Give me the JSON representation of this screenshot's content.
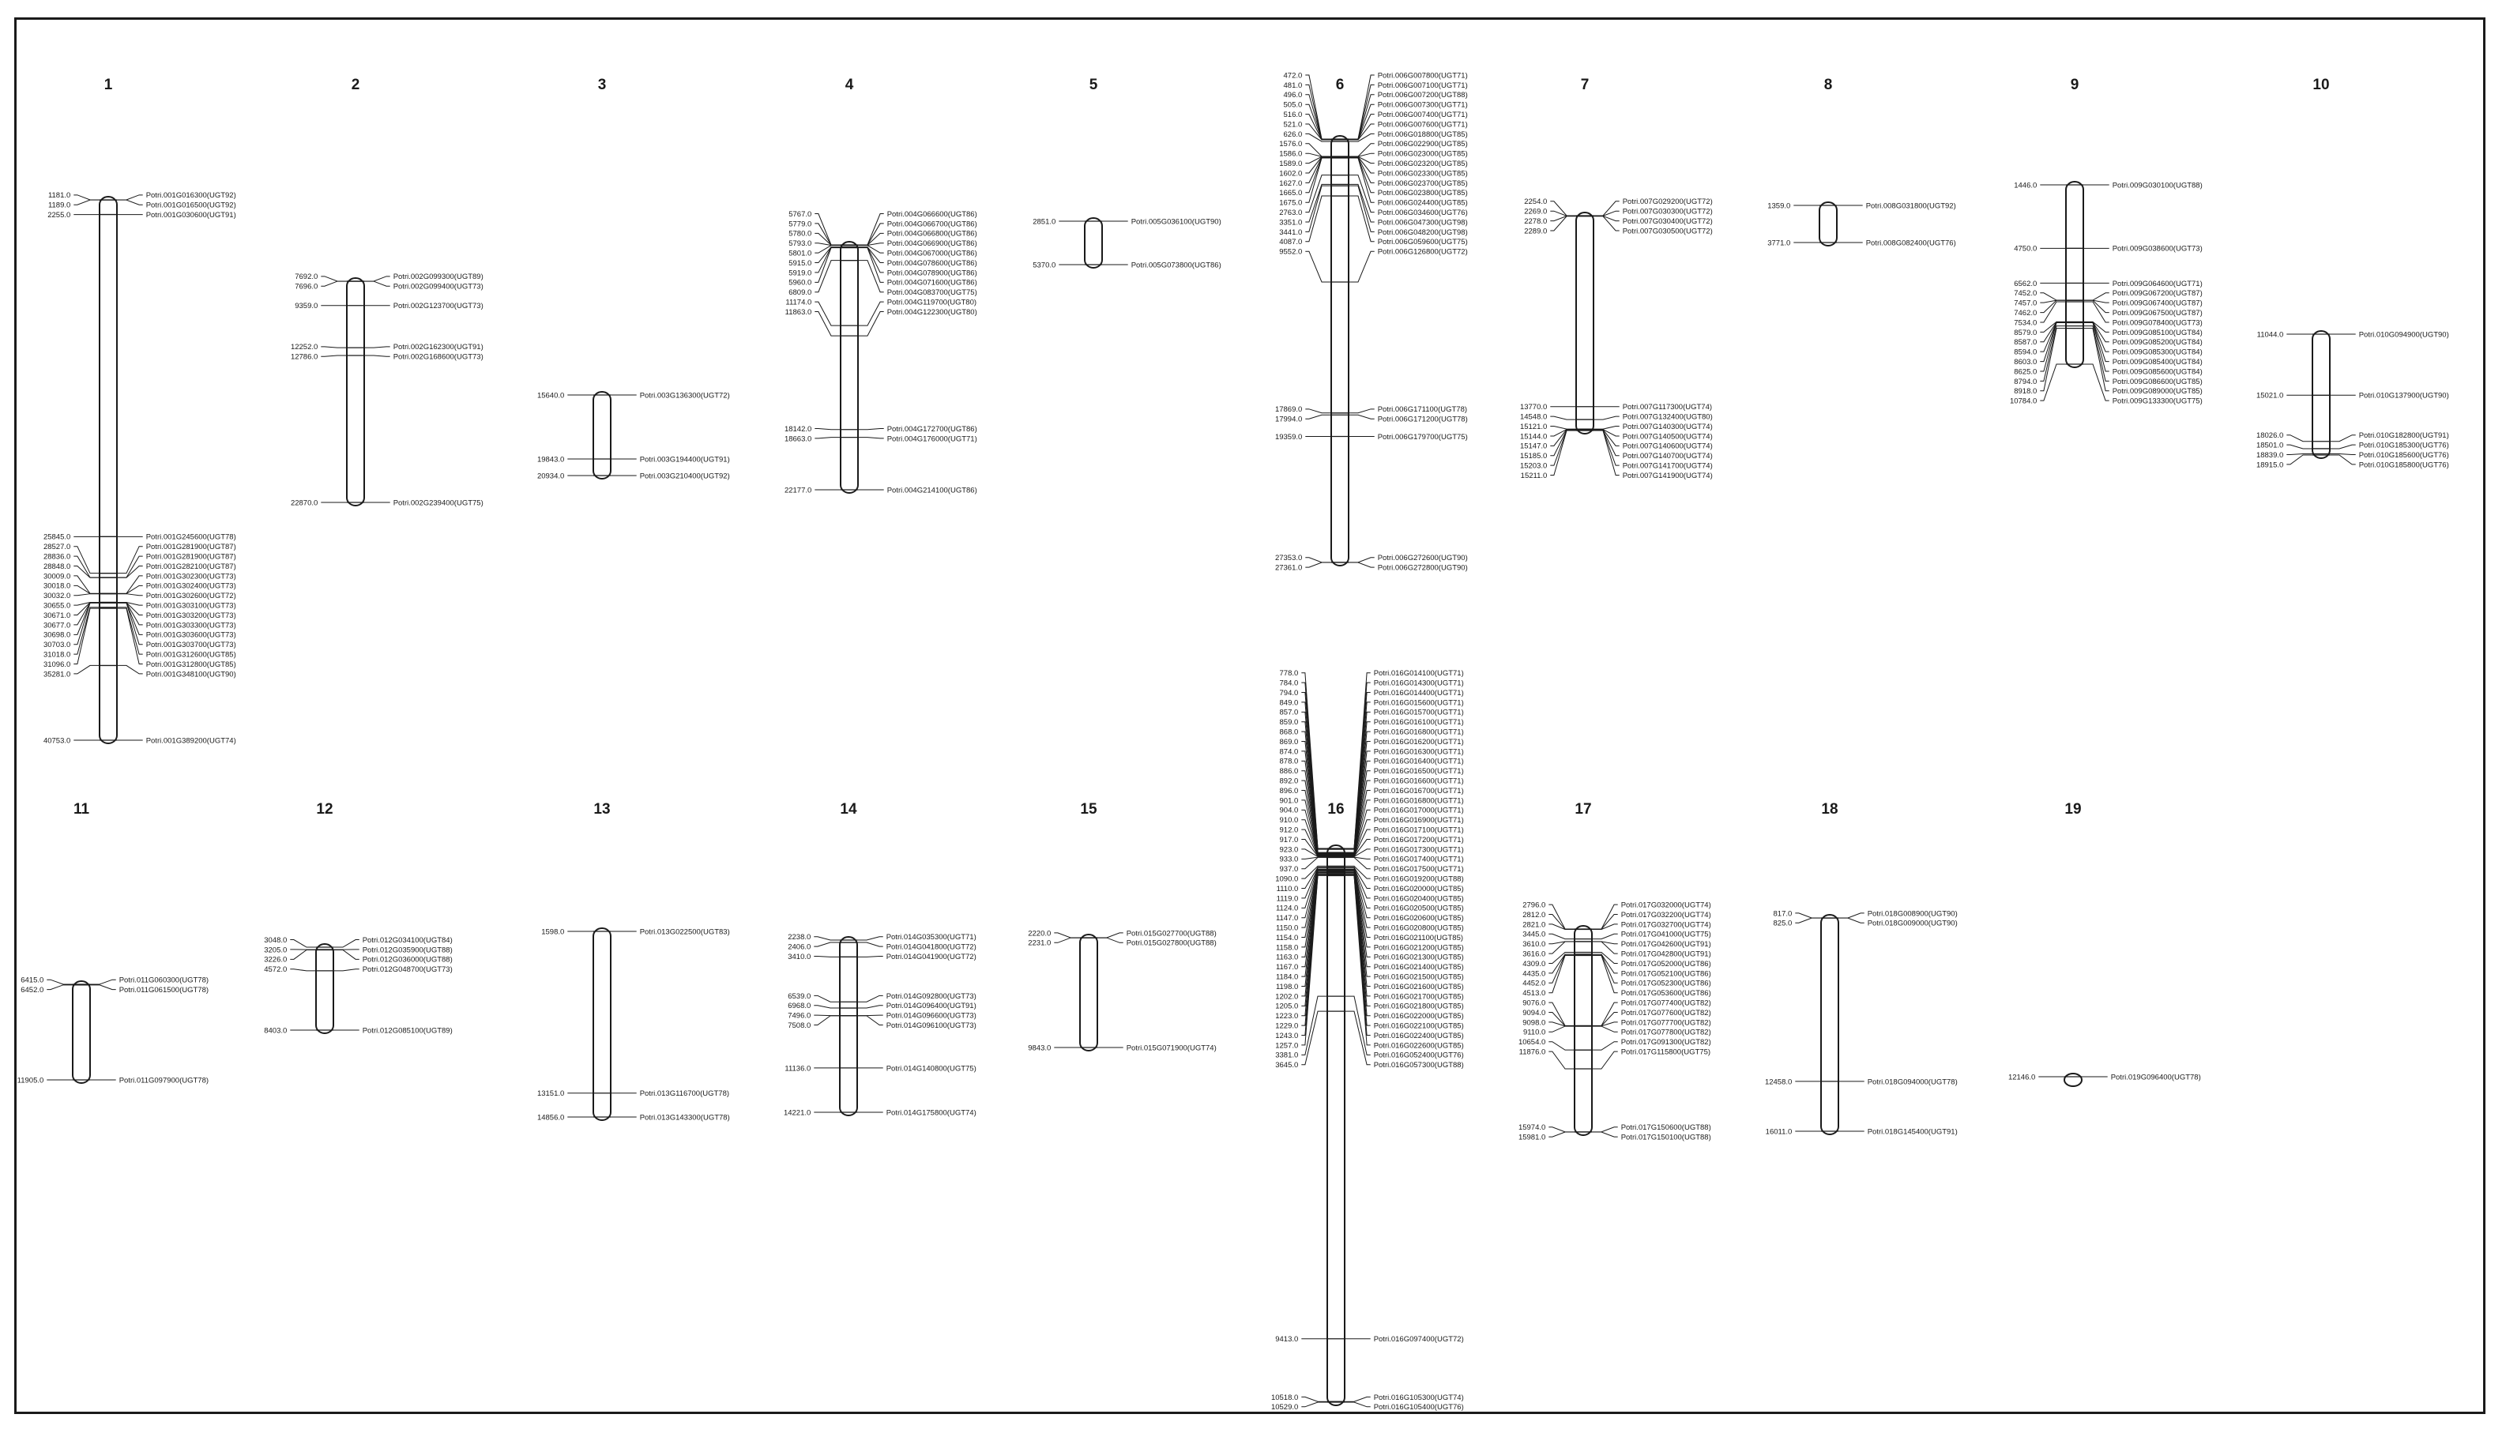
{
  "chromosomes": [
    {
      "id": "1",
      "markers": [
        {
          "pos": "1181.0",
          "gene": "Potri.001G016300(UGT92)"
        },
        {
          "pos": "1189.0",
          "gene": "Potri.001G016500(UGT92)"
        },
        {
          "pos": "2255.0",
          "gene": "Potri.001G030600(UGT91)"
        },
        {
          "pos": "25845.0",
          "gene": "Potri.001G245600(UGT78)"
        },
        {
          "pos": "28527.0",
          "gene": "Potri.001G281900(UGT87)"
        },
        {
          "pos": "28836.0",
          "gene": "Potri.001G281900(UGT87)"
        },
        {
          "pos": "28848.0",
          "gene": "Potri.001G282100(UGT87)"
        },
        {
          "pos": "30009.0",
          "gene": "Potri.001G302300(UGT73)"
        },
        {
          "pos": "30018.0",
          "gene": "Potri.001G302400(UGT73)"
        },
        {
          "pos": "30032.0",
          "gene": "Potri.001G302600(UGT72)"
        },
        {
          "pos": "30655.0",
          "gene": "Potri.001G303100(UGT73)"
        },
        {
          "pos": "30671.0",
          "gene": "Potri.001G303200(UGT73)"
        },
        {
          "pos": "30677.0",
          "gene": "Potri.001G303300(UGT73)"
        },
        {
          "pos": "30698.0",
          "gene": "Potri.001G303600(UGT73)"
        },
        {
          "pos": "30703.0",
          "gene": "Potri.001G303700(UGT73)"
        },
        {
          "pos": "31018.0",
          "gene": "Potri.001G312600(UGT85)"
        },
        {
          "pos": "31096.0",
          "gene": "Potri.001G312800(UGT85)"
        },
        {
          "pos": "35281.0",
          "gene": "Potri.001G348100(UGT90)"
        },
        {
          "pos": "40753.0",
          "gene": "Potri.001G389200(UGT74)"
        }
      ]
    },
    {
      "id": "2",
      "markers": [
        {
          "pos": "7692.0",
          "gene": "Potri.002G099300(UGT89)"
        },
        {
          "pos": "7696.0",
          "gene": "Potri.002G099400(UGT73)"
        },
        {
          "pos": "9359.0",
          "gene": "Potri.002G123700(UGT73)"
        },
        {
          "pos": "12252.0",
          "gene": "Potri.002G162300(UGT91)"
        },
        {
          "pos": "12786.0",
          "gene": "Potri.002G168600(UGT73)"
        },
        {
          "pos": "22870.0",
          "gene": "Potri.002G239400(UGT75)"
        }
      ]
    },
    {
      "id": "3",
      "markers": [
        {
          "pos": "15640.0",
          "gene": "Potri.003G136300(UGT72)"
        },
        {
          "pos": "19843.0",
          "gene": "Potri.003G194400(UGT91)"
        },
        {
          "pos": "20934.0",
          "gene": "Potri.003G210400(UGT92)"
        }
      ]
    },
    {
      "id": "4",
      "markers": [
        {
          "pos": "5767.0",
          "gene": "Potri.004G066600(UGT86)"
        },
        {
          "pos": "5779.0",
          "gene": "Potri.004G066700(UGT86)"
        },
        {
          "pos": "5780.0",
          "gene": "Potri.004G066800(UGT86)"
        },
        {
          "pos": "5793.0",
          "gene": "Potri.004G066900(UGT86)"
        },
        {
          "pos": "5801.0",
          "gene": "Potri.004G067000(UGT86)"
        },
        {
          "pos": "5915.0",
          "gene": "Potri.004G078600(UGT86)"
        },
        {
          "pos": "5919.0",
          "gene": "Potri.004G078900(UGT86)"
        },
        {
          "pos": "5960.0",
          "gene": "Potri.004G071600(UGT86)"
        },
        {
          "pos": "6809.0",
          "gene": "Potri.004G083700(UGT75)"
        },
        {
          "pos": "11174.0",
          "gene": "Potri.004G119700(UGT80)"
        },
        {
          "pos": "11863.0",
          "gene": "Potri.004G122300(UGT80)"
        },
        {
          "pos": "18142.0",
          "gene": "Potri.004G172700(UGT86)"
        },
        {
          "pos": "18663.0",
          "gene": "Potri.004G176000(UGT71)"
        },
        {
          "pos": "22177.0",
          "gene": "Potri.004G214100(UGT86)"
        }
      ]
    },
    {
      "id": "5",
      "markers": [
        {
          "pos": "2851.0",
          "gene": "Potri.005G036100(UGT90)"
        },
        {
          "pos": "5370.0",
          "gene": "Potri.005G073800(UGT86)"
        }
      ]
    },
    {
      "id": "6",
      "markers": [
        {
          "pos": "472.0",
          "gene": "Potri.006G007800(UGT71)"
        },
        {
          "pos": "481.0",
          "gene": "Potri.006G007100(UGT71)"
        },
        {
          "pos": "496.0",
          "gene": "Potri.006G007200(UGT88)"
        },
        {
          "pos": "505.0",
          "gene": "Potri.006G007300(UGT71)"
        },
        {
          "pos": "516.0",
          "gene": "Potri.006G007400(UGT71)"
        },
        {
          "pos": "521.0",
          "gene": "Potri.006G007600(UGT71)"
        },
        {
          "pos": "626.0",
          "gene": "Potri.006G018800(UGT85)"
        },
        {
          "pos": "1576.0",
          "gene": "Potri.006G022900(UGT85)"
        },
        {
          "pos": "1586.0",
          "gene": "Potri.006G023000(UGT85)"
        },
        {
          "pos": "1589.0",
          "gene": "Potri.006G023200(UGT85)"
        },
        {
          "pos": "1602.0",
          "gene": "Potri.006G023300(UGT85)"
        },
        {
          "pos": "1627.0",
          "gene": "Potri.006G023700(UGT85)"
        },
        {
          "pos": "1665.0",
          "gene": "Potri.006G023800(UGT85)"
        },
        {
          "pos": "1675.0",
          "gene": "Potri.006G024400(UGT85)"
        },
        {
          "pos": "2763.0",
          "gene": "Potri.006G034600(UGT76)"
        },
        {
          "pos": "3351.0",
          "gene": "Potri.006G047300(UGT98)"
        },
        {
          "pos": "3441.0",
          "gene": "Potri.006G048200(UGT98)"
        },
        {
          "pos": "4087.0",
          "gene": "Potri.006G059600(UGT75)"
        },
        {
          "pos": "9552.0",
          "gene": "Potri.006G126800(UGT72)"
        },
        {
          "pos": "17869.0",
          "gene": "Potri.006G171100(UGT78)"
        },
        {
          "pos": "17994.0",
          "gene": "Potri.006G171200(UGT78)"
        },
        {
          "pos": "19359.0",
          "gene": "Potri.006G179700(UGT75)"
        },
        {
          "pos": "27353.0",
          "gene": "Potri.006G272600(UGT90)"
        },
        {
          "pos": "27361.0",
          "gene": "Potri.006G272800(UGT90)"
        }
      ]
    },
    {
      "id": "7",
      "markers": [
        {
          "pos": "2254.0",
          "gene": "Potri.007G029200(UGT72)"
        },
        {
          "pos": "2269.0",
          "gene": "Potri.007G030300(UGT72)"
        },
        {
          "pos": "2278.0",
          "gene": "Potri.007G030400(UGT72)"
        },
        {
          "pos": "2289.0",
          "gene": "Potri.007G030500(UGT72)"
        },
        {
          "pos": "13770.0",
          "gene": "Potri.007G117300(UGT74)"
        },
        {
          "pos": "14548.0",
          "gene": "Potri.007G132400(UGT80)"
        },
        {
          "pos": "15121.0",
          "gene": "Potri.007G140300(UGT74)"
        },
        {
          "pos": "15144.0",
          "gene": "Potri.007G140500(UGT74)"
        },
        {
          "pos": "15147.0",
          "gene": "Potri.007G140600(UGT74)"
        },
        {
          "pos": "15185.0",
          "gene": "Potri.007G140700(UGT74)"
        },
        {
          "pos": "15203.0",
          "gene": "Potri.007G141700(UGT74)"
        },
        {
          "pos": "15211.0",
          "gene": "Potri.007G141900(UGT74)"
        }
      ]
    },
    {
      "id": "8",
      "markers": [
        {
          "pos": "1359.0",
          "gene": "Potri.008G031800(UGT92)"
        },
        {
          "pos": "3771.0",
          "gene": "Potri.008G082400(UGT76)"
        }
      ]
    },
    {
      "id": "9",
      "markers": [
        {
          "pos": "1446.0",
          "gene": "Potri.009G030100(UGT88)"
        },
        {
          "pos": "4750.0",
          "gene": "Potri.009G038600(UGT73)"
        },
        {
          "pos": "6562.0",
          "gene": "Potri.009G064600(UGT71)"
        },
        {
          "pos": "7452.0",
          "gene": "Potri.009G067200(UGT87)"
        },
        {
          "pos": "7457.0",
          "gene": "Potri.009G067400(UGT87)"
        },
        {
          "pos": "7462.0",
          "gene": "Potri.009G067500(UGT87)"
        },
        {
          "pos": "7534.0",
          "gene": "Potri.009G078400(UGT73)"
        },
        {
          "pos": "8579.0",
          "gene": "Potri.009G085100(UGT84)"
        },
        {
          "pos": "8587.0",
          "gene": "Potri.009G085200(UGT84)"
        },
        {
          "pos": "8594.0",
          "gene": "Potri.009G085300(UGT84)"
        },
        {
          "pos": "8603.0",
          "gene": "Potri.009G085400(UGT84)"
        },
        {
          "pos": "8625.0",
          "gene": "Potri.009G085600(UGT84)"
        },
        {
          "pos": "8794.0",
          "gene": "Potri.009G086600(UGT85)"
        },
        {
          "pos": "8918.0",
          "gene": "Potri.009G089000(UGT85)"
        },
        {
          "pos": "10784.0",
          "gene": "Potri.009G133300(UGT75)"
        }
      ]
    },
    {
      "id": "10",
      "markers": [
        {
          "pos": "11044.0",
          "gene": "Potri.010G094900(UGT90)"
        },
        {
          "pos": "15021.0",
          "gene": "Potri.010G137900(UGT90)"
        },
        {
          "pos": "18026.0",
          "gene": "Potri.010G182800(UGT91)"
        },
        {
          "pos": "18501.0",
          "gene": "Potri.010G185300(UGT76)"
        },
        {
          "pos": "18839.0",
          "gene": "Potri.010G185600(UGT76)"
        },
        {
          "pos": "18915.0",
          "gene": "Potri.010G185800(UGT76)"
        }
      ]
    },
    {
      "id": "11",
      "markers": [
        {
          "pos": "6415.0",
          "gene": "Potri.011G060300(UGT78)"
        },
        {
          "pos": "6452.0",
          "gene": "Potri.011G061500(UGT78)"
        },
        {
          "pos": "11905.0",
          "gene": "Potri.011G097900(UGT78)"
        }
      ]
    },
    {
      "id": "12",
      "markers": [
        {
          "pos": "3048.0",
          "gene": "Potri.012G034100(UGT84)"
        },
        {
          "pos": "3205.0",
          "gene": "Potri.012G035900(UGT88)"
        },
        {
          "pos": "3226.0",
          "gene": "Potri.012G036000(UGT88)"
        },
        {
          "pos": "4572.0",
          "gene": "Potri.012G048700(UGT73)"
        },
        {
          "pos": "8403.0",
          "gene": "Potri.012G085100(UGT89)"
        }
      ]
    },
    {
      "id": "13",
      "markers": [
        {
          "pos": "1598.0",
          "gene": "Potri.013G022500(UGT83)"
        },
        {
          "pos": "13151.0",
          "gene": "Potri.013G116700(UGT78)"
        },
        {
          "pos": "14856.0",
          "gene": "Potri.013G143300(UGT78)"
        }
      ]
    },
    {
      "id": "14",
      "markers": [
        {
          "pos": "2238.0",
          "gene": "Potri.014G035300(UGT71)"
        },
        {
          "pos": "2406.0",
          "gene": "Potri.014G041800(UGT72)"
        },
        {
          "pos": "3410.0",
          "gene": "Potri.014G041900(UGT72)"
        },
        {
          "pos": "6539.0",
          "gene": "Potri.014G092800(UGT73)"
        },
        {
          "pos": "6968.0",
          "gene": "Potri.014G096400(UGT91)"
        },
        {
          "pos": "7496.0",
          "gene": "Potri.014G096600(UGT73)"
        },
        {
          "pos": "7508.0",
          "gene": "Potri.014G096100(UGT73)"
        },
        {
          "pos": "11136.0",
          "gene": "Potri.014G140800(UGT75)"
        },
        {
          "pos": "14221.0",
          "gene": "Potri.014G175800(UGT74)"
        }
      ]
    },
    {
      "id": "15",
      "markers": [
        {
          "pos": "2220.0",
          "gene": "Potri.015G027700(UGT88)"
        },
        {
          "pos": "2231.0",
          "gene": "Potri.015G027800(UGT88)"
        },
        {
          "pos": "9843.0",
          "gene": "Potri.015G071900(UGT74)"
        }
      ]
    },
    {
      "id": "16",
      "markers": [
        {
          "pos": "778.0",
          "gene": "Potri.016G014100(UGT71)"
        },
        {
          "pos": "784.0",
          "gene": "Potri.016G014300(UGT71)"
        },
        {
          "pos": "794.0",
          "gene": "Potri.016G014400(UGT71)"
        },
        {
          "pos": "849.0",
          "gene": "Potri.016G015600(UGT71)"
        },
        {
          "pos": "857.0",
          "gene": "Potri.016G015700(UGT71)"
        },
        {
          "pos": "859.0",
          "gene": "Potri.016G016100(UGT71)"
        },
        {
          "pos": "868.0",
          "gene": "Potri.016G016800(UGT71)"
        },
        {
          "pos": "869.0",
          "gene": "Potri.016G016200(UGT71)"
        },
        {
          "pos": "874.0",
          "gene": "Potri.016G016300(UGT71)"
        },
        {
          "pos": "878.0",
          "gene": "Potri.016G016400(UGT71)"
        },
        {
          "pos": "886.0",
          "gene": "Potri.016G016500(UGT71)"
        },
        {
          "pos": "892.0",
          "gene": "Potri.016G016600(UGT71)"
        },
        {
          "pos": "896.0",
          "gene": "Potri.016G016700(UGT71)"
        },
        {
          "pos": "901.0",
          "gene": "Potri.016G016800(UGT71)"
        },
        {
          "pos": "904.0",
          "gene": "Potri.016G017000(UGT71)"
        },
        {
          "pos": "910.0",
          "gene": "Potri.016G016900(UGT71)"
        },
        {
          "pos": "912.0",
          "gene": "Potri.016G017100(UGT71)"
        },
        {
          "pos": "917.0",
          "gene": "Potri.016G017200(UGT71)"
        },
        {
          "pos": "923.0",
          "gene": "Potri.016G017300(UGT71)"
        },
        {
          "pos": "933.0",
          "gene": "Potri.016G017400(UGT71)"
        },
        {
          "pos": "937.0",
          "gene": "Potri.016G017500(UGT71)"
        },
        {
          "pos": "1090.0",
          "gene": "Potri.016G019200(UGT88)"
        },
        {
          "pos": "1110.0",
          "gene": "Potri.016G020000(UGT85)"
        },
        {
          "pos": "1119.0",
          "gene": "Potri.016G020400(UGT85)"
        },
        {
          "pos": "1124.0",
          "gene": "Potri.016G020500(UGT85)"
        },
        {
          "pos": "1147.0",
          "gene": "Potri.016G020600(UGT85)"
        },
        {
          "pos": "1150.0",
          "gene": "Potri.016G020800(UGT85)"
        },
        {
          "pos": "1154.0",
          "gene": "Potri.016G021100(UGT85)"
        },
        {
          "pos": "1158.0",
          "gene": "Potri.016G021200(UGT85)"
        },
        {
          "pos": "1163.0",
          "gene": "Potri.016G021300(UGT85)"
        },
        {
          "pos": "1167.0",
          "gene": "Potri.016G021400(UGT85)"
        },
        {
          "pos": "1184.0",
          "gene": "Potri.016G021500(UGT85)"
        },
        {
          "pos": "1198.0",
          "gene": "Potri.016G021600(UGT85)"
        },
        {
          "pos": "1202.0",
          "gene": "Potri.016G021700(UGT85)"
        },
        {
          "pos": "1205.0",
          "gene": "Potri.016G021800(UGT85)"
        },
        {
          "pos": "1223.0",
          "gene": "Potri.016G022000(UGT85)"
        },
        {
          "pos": "1229.0",
          "gene": "Potri.016G022100(UGT85)"
        },
        {
          "pos": "1243.0",
          "gene": "Potri.016G022400(UGT85)"
        },
        {
          "pos": "1257.0",
          "gene": "Potri.016G022600(UGT85)"
        },
        {
          "pos": "3381.0",
          "gene": "Potri.016G052400(UGT76)"
        },
        {
          "pos": "3645.0",
          "gene": "Potri.016G057300(UGT88)"
        },
        {
          "pos": "9413.0",
          "gene": "Potri.016G097400(UGT72)"
        },
        {
          "pos": "10518.0",
          "gene": "Potri.016G105300(UGT74)"
        },
        {
          "pos": "10529.0",
          "gene": "Potri.016G105400(UGT76)"
        }
      ]
    },
    {
      "id": "17",
      "markers": [
        {
          "pos": "2796.0",
          "gene": "Potri.017G032000(UGT74)"
        },
        {
          "pos": "2812.0",
          "gene": "Potri.017G032200(UGT74)"
        },
        {
          "pos": "2821.0",
          "gene": "Potri.017G032700(UGT74)"
        },
        {
          "pos": "3445.0",
          "gene": "Potri.017G041000(UGT75)"
        },
        {
          "pos": "3610.0",
          "gene": "Potri.017G042600(UGT91)"
        },
        {
          "pos": "3616.0",
          "gene": "Potri.017G042800(UGT91)"
        },
        {
          "pos": "4309.0",
          "gene": "Potri.017G052000(UGT86)"
        },
        {
          "pos": "4435.0",
          "gene": "Potri.017G052100(UGT86)"
        },
        {
          "pos": "4452.0",
          "gene": "Potri.017G052300(UGT86)"
        },
        {
          "pos": "4513.0",
          "gene": "Potri.017G053600(UGT86)"
        },
        {
          "pos": "9076.0",
          "gene": "Potri.017G077400(UGT82)"
        },
        {
          "pos": "9094.0",
          "gene": "Potri.017G077600(UGT82)"
        },
        {
          "pos": "9098.0",
          "gene": "Potri.017G077700(UGT82)"
        },
        {
          "pos": "9110.0",
          "gene": "Potri.017G077800(UGT82)"
        },
        {
          "pos": "10654.0",
          "gene": "Potri.017G091300(UGT82)"
        },
        {
          "pos": "11876.0",
          "gene": "Potri.017G115800(UGT75)"
        },
        {
          "pos": "15974.0",
          "gene": "Potri.017G150600(UGT88)"
        },
        {
          "pos": "15981.0",
          "gene": "Potri.017G150100(UGT88)"
        }
      ]
    },
    {
      "id": "18",
      "markers": [
        {
          "pos": "817.0",
          "gene": "Potri.018G008900(UGT90)"
        },
        {
          "pos": "825.0",
          "gene": "Potri.018G009000(UGT90)"
        },
        {
          "pos": "12458.0",
          "gene": "Potri.018G094000(UGT78)"
        },
        {
          "pos": "16011.0",
          "gene": "Potri.018G145400(UGT91)"
        }
      ]
    },
    {
      "id": "19",
      "markers": [
        {
          "pos": "12146.0",
          "gene": "Potri.019G096400(UGT78)"
        }
      ]
    }
  ]
}
